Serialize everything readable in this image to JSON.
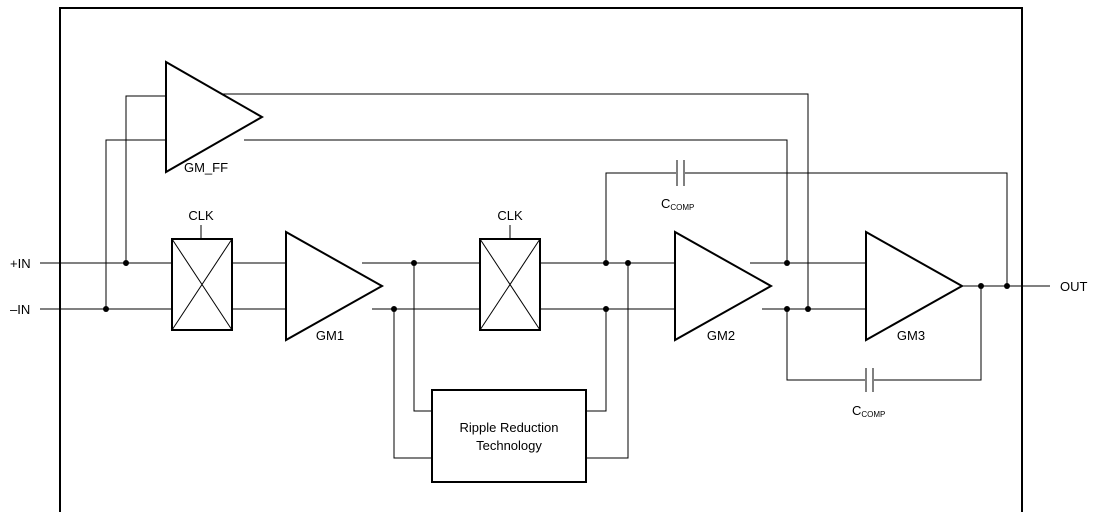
{
  "labels": {
    "pin_plus": "+IN",
    "pin_minus": "–IN",
    "pin_out": "OUT",
    "clk1": "CLK",
    "clk2": "CLK",
    "gm_ff": "GM_FF",
    "gm1": "GM1",
    "gm2": "GM2",
    "gm3": "GM3",
    "ccomp_top_main": "C",
    "ccomp_top_sub": "COMP",
    "ccomp_bot_main": "C",
    "ccomp_bot_sub": "COMP",
    "ripple_line1": "Ripple Reduction",
    "ripple_line2": "Technology"
  }
}
